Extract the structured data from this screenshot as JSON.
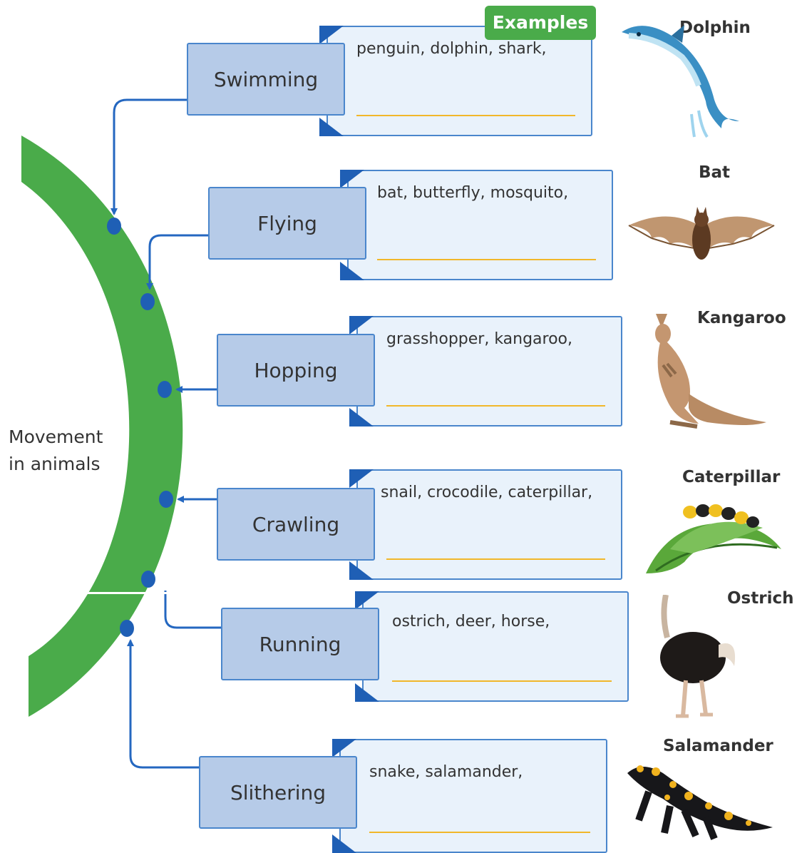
{
  "center_label": "Movement in animals",
  "examples_tag": "Examples",
  "categories": [
    {
      "label": "Swimming",
      "examples": "penguin, dolphin, shark,"
    },
    {
      "label": "Flying",
      "examples": "bat, butterfly, mosquito,"
    },
    {
      "label": "Hopping",
      "examples": "grasshopper, kangaroo,"
    },
    {
      "label": "Crawling",
      "examples": "snail, crocodile, caterpillar,"
    },
    {
      "label": "Running",
      "examples": "ostrich, deer, horse,"
    },
    {
      "label": "Slithering",
      "examples": "snake, salamander,"
    }
  ],
  "animals": [
    {
      "name": "Dolphin",
      "icon": "dolphin-image"
    },
    {
      "name": "Bat",
      "icon": "bat-image"
    },
    {
      "name": "Kangaroo",
      "icon": "kangaroo-image"
    },
    {
      "name": "Caterpillar",
      "icon": "caterpillar-image"
    },
    {
      "name": "Ostrich",
      "icon": "ostrich-image"
    },
    {
      "name": "Salamander",
      "icon": "salamander-image"
    }
  ],
  "colors": {
    "arc": "#4aab4a",
    "connector": "#2467c0",
    "category_fill": "#b6cbe8",
    "panel_fill": "#e9f2fb",
    "answer_line": "#f1b72a"
  }
}
